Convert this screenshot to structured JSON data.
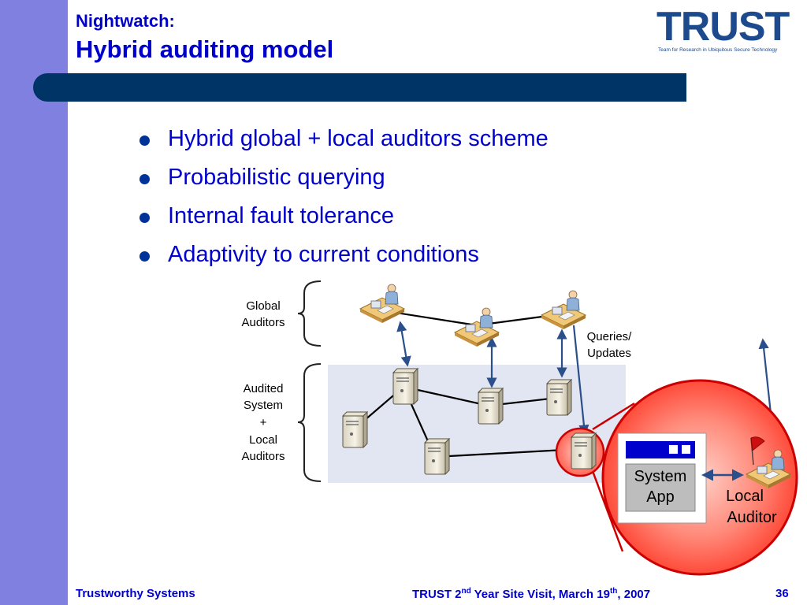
{
  "slide": {
    "title_line1": "Nightwatch:",
    "title_line2": "Hybrid auditing model",
    "bullets": [
      "Hybrid global + local auditors scheme",
      "Probabilistic querying",
      "Internal fault tolerance",
      "Adaptivity to current conditions"
    ]
  },
  "logo": {
    "text": "TRUST",
    "tagline": "Team for Research in Ubiquitous Secure Technology"
  },
  "diagram": {
    "global_auditors_label": [
      "Global",
      "Auditors"
    ],
    "audited_label": [
      "Audited",
      "System",
      "+",
      "Local",
      "Auditors"
    ],
    "queries_label": [
      "Queries/",
      "Updates"
    ],
    "system_app_label": [
      "System",
      "App"
    ],
    "local_auditor_label": [
      "Local",
      "Auditor"
    ]
  },
  "footer": {
    "left": "Trustworthy Systems",
    "center_parts": [
      "TRUST 2",
      "nd",
      " Year Site Visit, March 19",
      "th",
      ", 2007"
    ],
    "page_number": "36"
  },
  "colors": {
    "accent": "#0000cc",
    "header_bar": "#003366",
    "left_bar": "#8080e0",
    "zoom_circle": "#ff4a3a",
    "zoom_outline": "#cc0000"
  }
}
